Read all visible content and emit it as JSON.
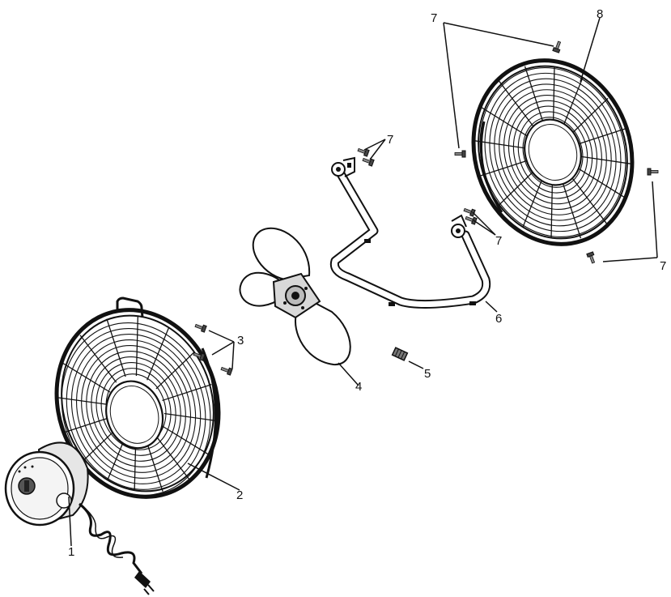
{
  "diagram": {
    "ink_color": "#111111",
    "background": "#ffffff",
    "parts": [
      {
        "id": "1",
        "label": "1",
        "name": "motor-housing"
      },
      {
        "id": "2",
        "label": "2",
        "name": "front-grille"
      },
      {
        "id": "3",
        "label": "3",
        "name": "grille-screws"
      },
      {
        "id": "4",
        "label": "4",
        "name": "fan-blade"
      },
      {
        "id": "5",
        "label": "5",
        "name": "blade-spinner-nut"
      },
      {
        "id": "6",
        "label": "6",
        "name": "mounting-bracket"
      },
      {
        "id": "7",
        "label": "7",
        "name": "bracket-screws"
      },
      {
        "id": "8",
        "label": "8",
        "name": "rear-grille"
      }
    ],
    "callouts": {
      "c1": "1",
      "c2": "2",
      "c3": "3",
      "c4": "4",
      "c5": "5",
      "c6": "6",
      "c7a": "7",
      "c7b": "7",
      "c7c": "7",
      "c7d": "7",
      "c8": "8"
    }
  }
}
